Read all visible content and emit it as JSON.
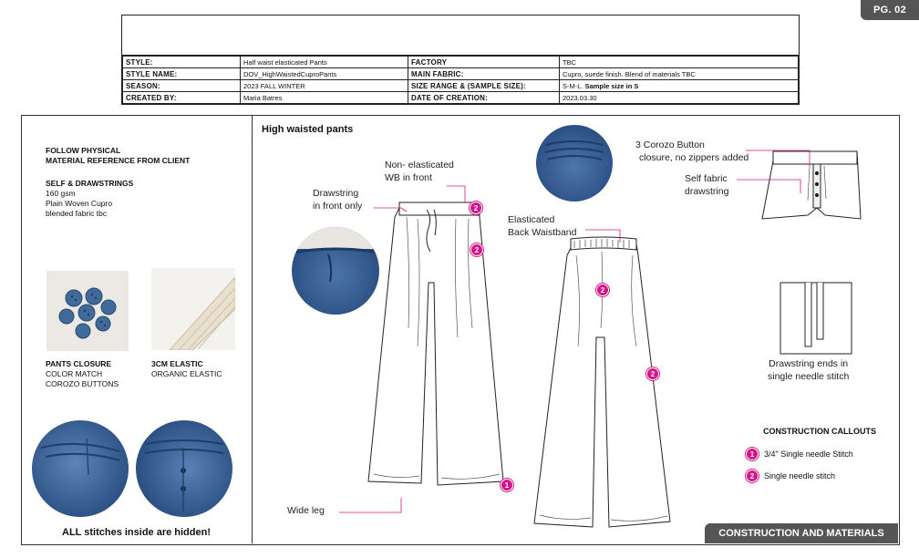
{
  "page_badge": "PG. 02",
  "header": {
    "style_label": "STYLE:",
    "style": "Half waist elasticated Pants",
    "factory_label": "FACTORY",
    "factory": "TBC",
    "style_name_label": "STYLE NAME:",
    "style_name": "DOV_HighWaistedCuproPants",
    "main_fabric_label": "MAIN FABRIC:",
    "main_fabric": "Cupro, suede finish. Blend of materials TBC",
    "season_label": "SEASON:",
    "season": "2023 FALL WINTER",
    "size_label": "SIZE RANGE & (SAMPLE SIZE):",
    "size_range": "S-M-L. ",
    "size_sample": "Sample size in S",
    "created_by_label": "CREATED BY:",
    "created_by": "Maria Batres",
    "date_label": "DATE OF CREATION:",
    "date": "2023.03.30"
  },
  "left": {
    "follow_1": "FOLLOW PHYSICAL",
    "follow_2": "MATERIAL REFERENCE FROM CLIENT",
    "self_title": "SELF & DRAWSTRINGS",
    "self_1": "160 gsm",
    "self_2": "Plain Woven Cupro",
    "self_3": "blended fabric tbc",
    "closure_title": "PANTS CLOSURE",
    "closure_1": "COLOR MATCH",
    "closure_2": "COROZO BUTTONS",
    "elastic_title": "3CM ELASTIC",
    "elastic_1": "ORGANIC ELASTIC",
    "stitches_note": "ALL stitches inside are hidden!"
  },
  "main": {
    "title": "High waisted pants",
    "callout_drawstring_1": "Drawstring",
    "callout_drawstring_2": "in front only",
    "callout_wb_1": "Non- elasticated",
    "callout_wb_2": "WB in front",
    "callout_back_1": "Elasticated",
    "callout_back_2": "Back Waistband",
    "callout_button_1": "3 Corozo Button",
    "callout_button_2": "closure, no zippers added",
    "callout_self_1": "Self fabric",
    "callout_self_2": "drawstring",
    "callout_ends_1": "Drawstring ends in",
    "callout_ends_2": "single needle stitch",
    "callout_wide": "Wide leg",
    "legend_title": "CONSTRUCTION CALLOUTS",
    "legend_1_num": "1",
    "legend_1": "3/4\" Single needle Stitch",
    "legend_2_num": "2",
    "legend_2": "Single needle stitch",
    "badge_1": "1",
    "badge_2": "2"
  },
  "footer": "CONSTRUCTION AND MATERIALS",
  "colors": {
    "accent": "#d5168a",
    "denim": "#3b5f96",
    "bar": "#555555"
  }
}
